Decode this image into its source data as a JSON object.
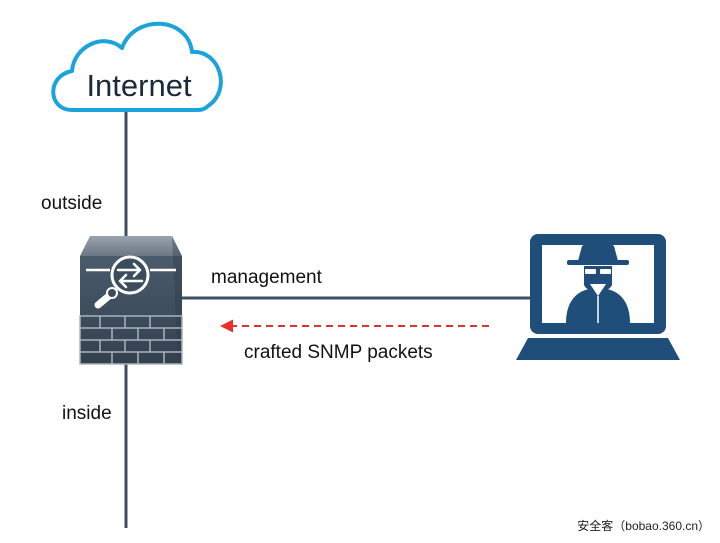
{
  "nodes": {
    "internet": {
      "label": "Internet",
      "icon": "cloud-icon"
    },
    "firewall": {
      "icon": "firewall-icon"
    },
    "attacker": {
      "icon": "hacker-laptop-icon"
    }
  },
  "links": {
    "outside": {
      "label": "outside"
    },
    "inside": {
      "label": "inside"
    },
    "management": {
      "label": "management"
    },
    "attack": {
      "label": "crafted SNMP packets",
      "style": "dashed-arrow"
    }
  },
  "watermark": "安全客（bobao.360.cn）",
  "colors": {
    "line": "#3d4f63",
    "cloud_stroke": "#1ba3dc",
    "firewall": "#3b4c5d",
    "laptop": "#1e4e79",
    "attack_arrow": "#e6312d"
  }
}
